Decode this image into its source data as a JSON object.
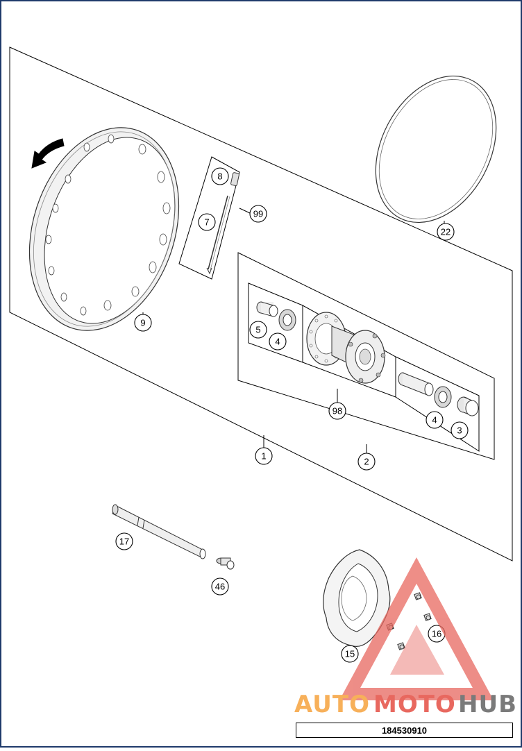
{
  "colors": {
    "border": "#1f3a6b",
    "line": "#000000",
    "watermark_red": "#e8685f",
    "watermark_orange": "#f7b05a",
    "watermark_dark": "#7a7a7a"
  },
  "callouts": {
    "c1": "1",
    "c2": "2",
    "c3": "3",
    "c4a": "4",
    "c4b": "4",
    "c5": "5",
    "c7": "7",
    "c8": "8",
    "c9": "9",
    "c15": "15",
    "c16": "16",
    "c17": "17",
    "c22": "22",
    "c46": "46",
    "c98": "98",
    "c99": "99"
  },
  "watermark": {
    "part1": "AUTO",
    "part2": "MOTO",
    "part3": "HUB"
  },
  "reference_number": "184530910",
  "icons": {
    "direction_arrow": "rotation-arrow-icon",
    "logo": "automotohub-triangle-logo"
  }
}
